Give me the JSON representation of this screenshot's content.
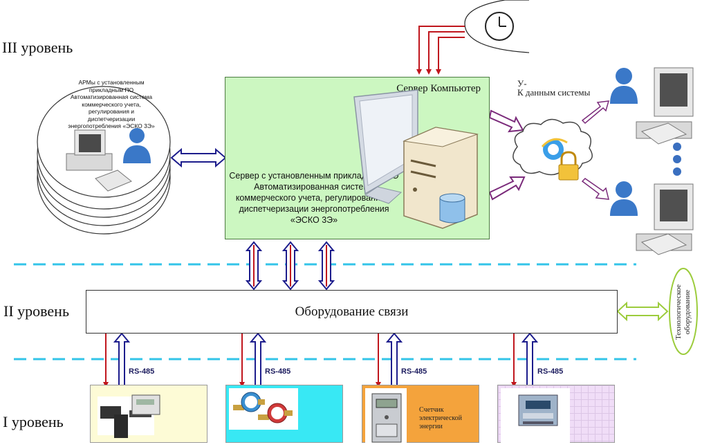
{
  "levels": {
    "level3": "III уровень",
    "level2": "II уровень",
    "level1": "I уровень"
  },
  "workstation": {
    "description": "АРМы с установленным прикладным ПО Автоматизированная система коммерческого учета, регулирования и диспетчеризации энергопотребления «ЭСКО 3Э»"
  },
  "server": {
    "title": "Сервер Компьютер",
    "description": "Сервер с установленным прикладным ПО Автоматизированная система коммерческого учета, регулирования и диспетчеризации энергопотребления «ЭСКО 3Э»"
  },
  "cloud_access": {
    "line1": "У-",
    "line2": "К данным системы"
  },
  "equipment": {
    "label": "Оборудование связи"
  },
  "tech_equipment": {
    "label": "Технологическое оборудование"
  },
  "rs_label": "RS-485",
  "devices": [
    {
      "kind": "flow-meter",
      "label": ""
    },
    {
      "kind": "water-meters",
      "label": ""
    },
    {
      "kind": "electric-meter",
      "label": "Счетчик электрической энергии"
    },
    {
      "kind": "controller",
      "label": ""
    }
  ],
  "colors": {
    "server_bg": "#ccf7c1",
    "dashed_line": "#33c4e8",
    "red_arrow": "#c0161d",
    "blue_arrow": "#1c1c8c",
    "purple_arrow": "#7a2a7a",
    "tech_arrow": "#9ccc3c",
    "device1_bg": "#fdfbd6",
    "device2_bg": "#38e8f4",
    "device3_bg": "#f4a33c",
    "device4_bg": "#f0ddf7"
  }
}
